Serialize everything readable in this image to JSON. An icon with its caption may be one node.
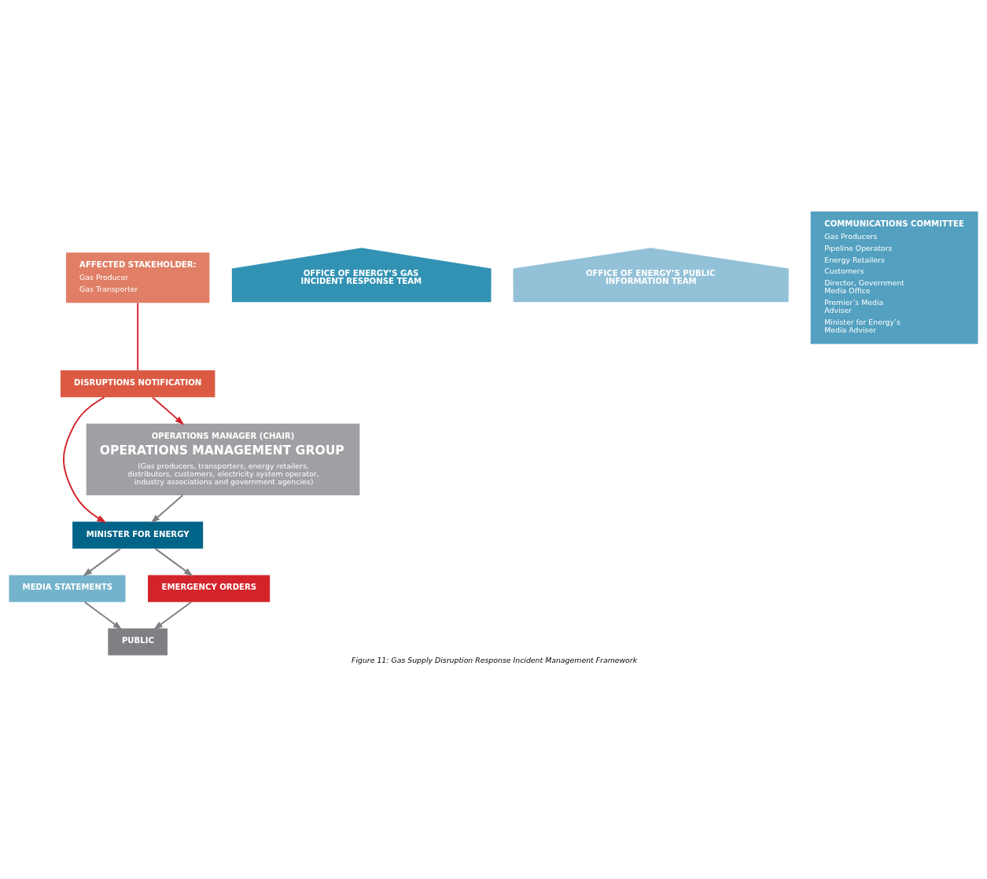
{
  "diagram": {
    "caption": "Figure 11: Gas Supply Disruption Response Incident Management Framework",
    "nodes": [
      {
        "text": [
          "MINISTER FOR ENERGY"
        ]
      },
      {
        "text": [
          "MEDIA STATEMENTS"
        ]
      },
      {
        "text": [
          "EMERGENCY ORDERS"
        ]
      },
      {
        "text": [
          "PUBLIC"
        ]
      },
      {
        "text": [
          "DISRUPTIONS NOTIFICATION"
        ]
      },
      {
        "text": [
          "OPERATIONS MANAGER (CHAIR)",
          "OPERATIONS MANAGEMENT GROUP",
          "(Gas producers, transporters, energy retailers, distributors, customers, electricity system operator, industry associations and government agencies)"
        ]
      },
      {
        "text": [
          "OFFICE OF ENERGY’S GAS INCIDENT RESPONSE TEAM"
        ]
      },
      {
        "text": [
          "OFFICE OF ENERGY’S PUBLIC INFORMATION TEAM"
        ]
      },
      {
        "text": [
          "COMMUNICATIONS COMMITTEE",
          "Gas Producers",
          "Pipeline Operators",
          "Energy Retailers",
          "Customers",
          "Director, Government Media Office",
          "Premier’s Media Adviser",
          "Minister for Energy’s Media Adviser"
        ]
      },
      {
        "text": [
          "AFFECTED STAKEHOLDER:",
          "Gas Producer",
          "Gas Transporter"
        ]
      }
    ],
    "edges": [
      {
        "from": 0,
        "to": 1,
        "arrow": "to"
      },
      {
        "from": 0,
        "to": 2,
        "arrow": "to"
      },
      {
        "from": 1,
        "to": 3,
        "arrow": "to"
      },
      {
        "from": 2,
        "to": 3,
        "arrow": "to"
      },
      {
        "from": 5,
        "to": 0,
        "arrow": "to"
      },
      {
        "from": 4,
        "to": 0,
        "arrow": "to",
        "color": "#d4242b"
      },
      {
        "from": 4,
        "to": 5,
        "arrow": "to",
        "color": "#d4242b"
      },
      {
        "from": 9,
        "to": 4,
        "arrow": "none",
        "color": "#d4242b"
      }
    ]
  }
}
